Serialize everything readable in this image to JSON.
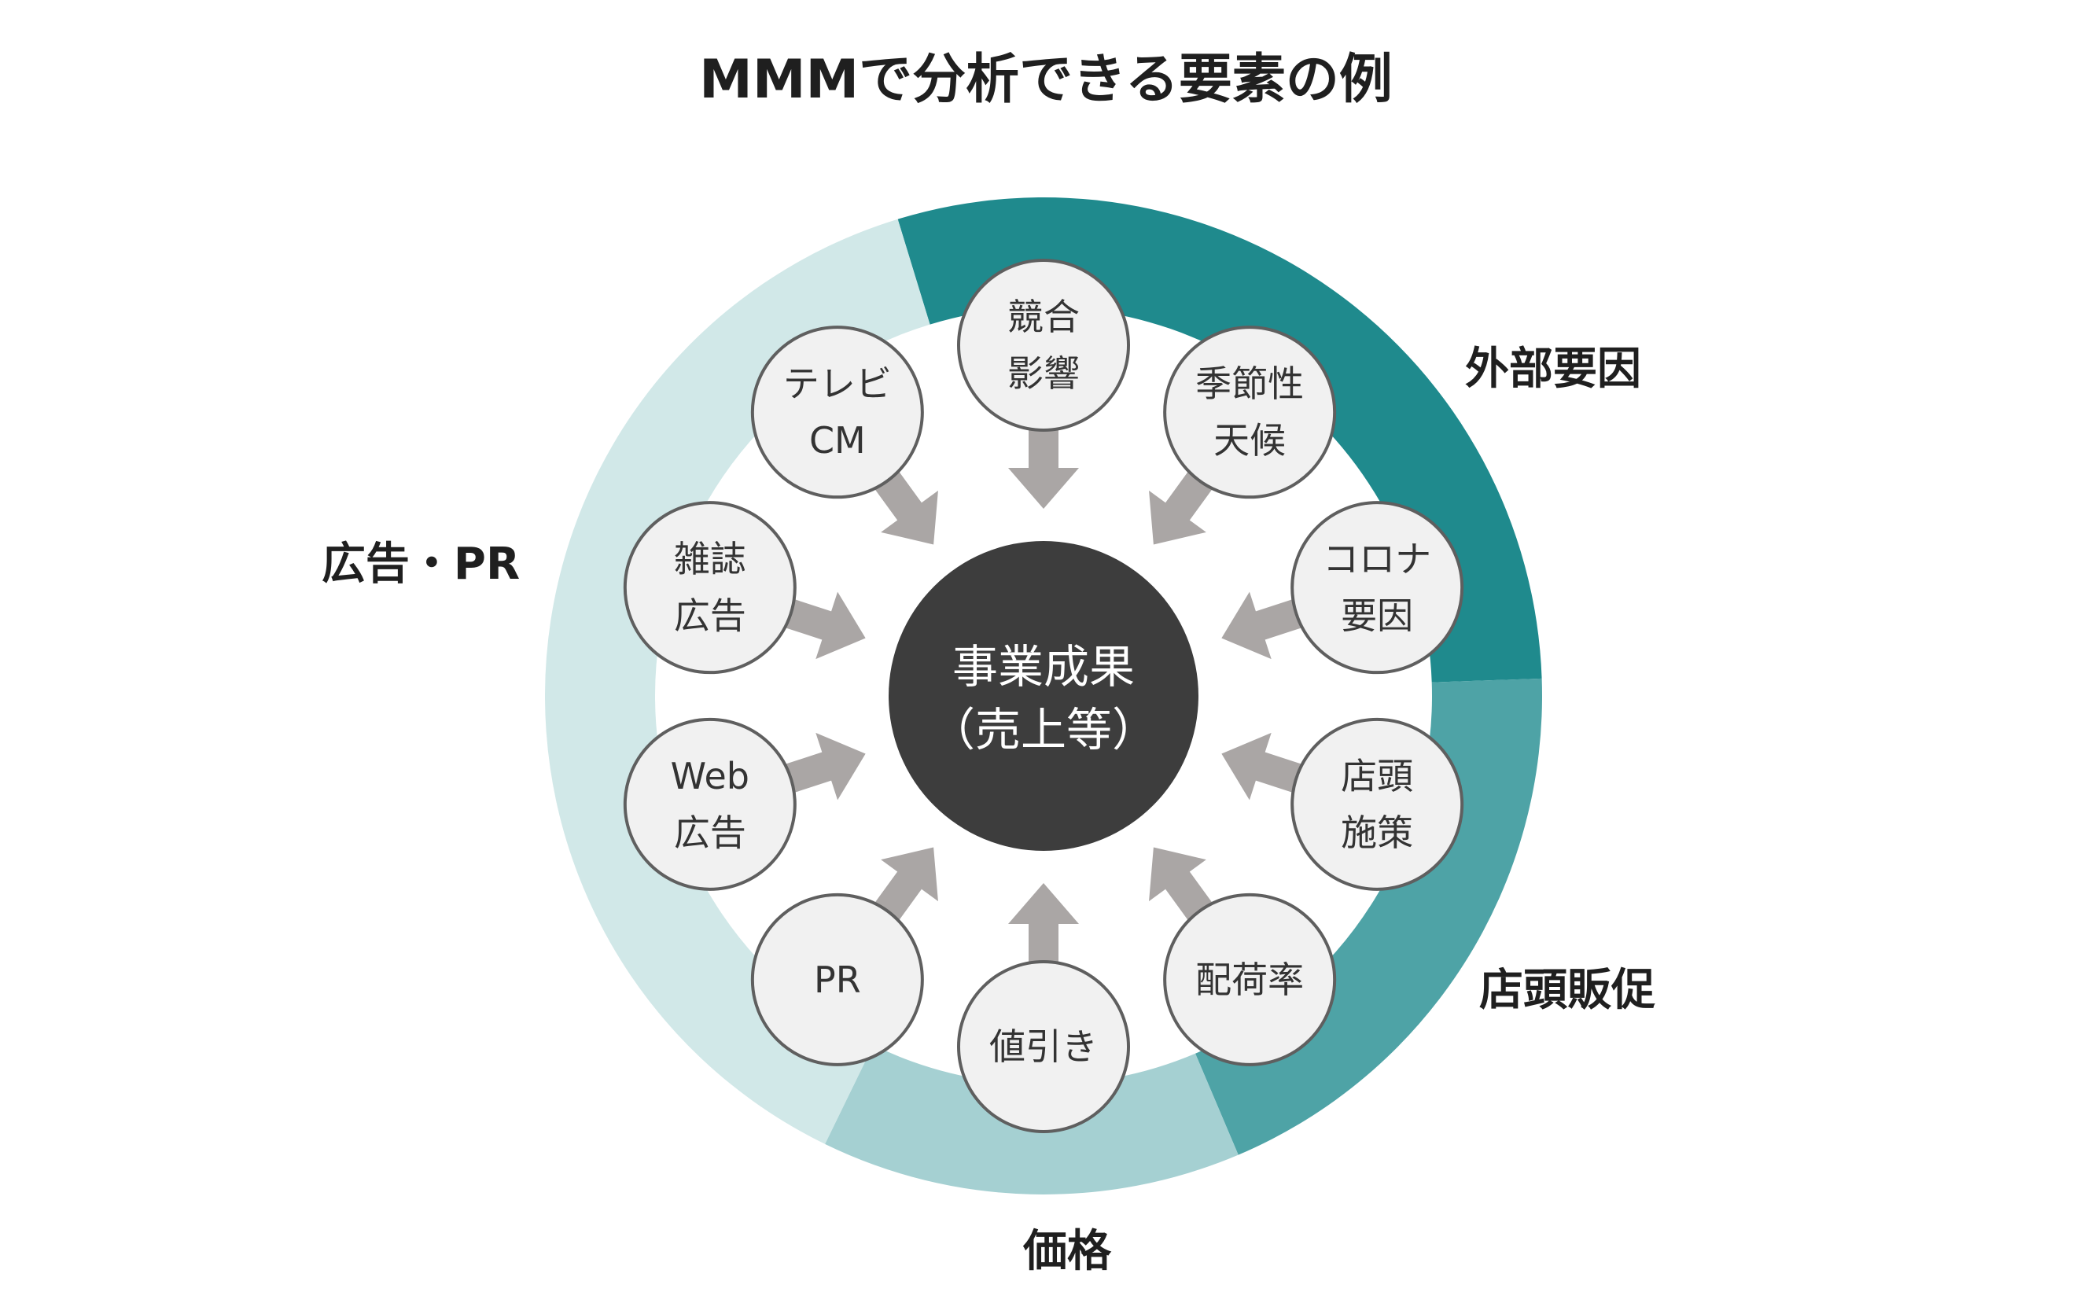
{
  "title": "MMMで分析できる要素の例",
  "center": {
    "line1": "事業成果",
    "line2": "（売上等）"
  },
  "segments": [
    {
      "label": "外部要因",
      "color": "#1f8a8d"
    },
    {
      "label": "店頭販促",
      "color": "#4ea3a6"
    },
    {
      "label": "価格",
      "color": "#a5d0d2"
    },
    {
      "label": "広告・PR",
      "color": "#d1e8e8"
    }
  ],
  "nodes": [
    {
      "lines": [
        "競合",
        "影響"
      ]
    },
    {
      "lines": [
        "季節性",
        "天候"
      ]
    },
    {
      "lines": [
        "コロナ",
        "要因"
      ]
    },
    {
      "lines": [
        "店頭",
        "施策"
      ]
    },
    {
      "lines": [
        "配荷率"
      ]
    },
    {
      "lines": [
        "値引き"
      ]
    },
    {
      "lines": [
        "PR"
      ]
    },
    {
      "lines": [
        "Web",
        "広告"
      ]
    },
    {
      "lines": [
        "雑誌",
        "広告"
      ]
    },
    {
      "lines": [
        "テレビ",
        "CM"
      ]
    }
  ],
  "colors": {
    "node_fill": "#f1f1f1",
    "node_stroke": "#5f5f5f",
    "arrow": "#aaa6a5",
    "center": "#3d3d3d"
  },
  "icons": {
    "arrow": "arrow-to-center-icon"
  }
}
